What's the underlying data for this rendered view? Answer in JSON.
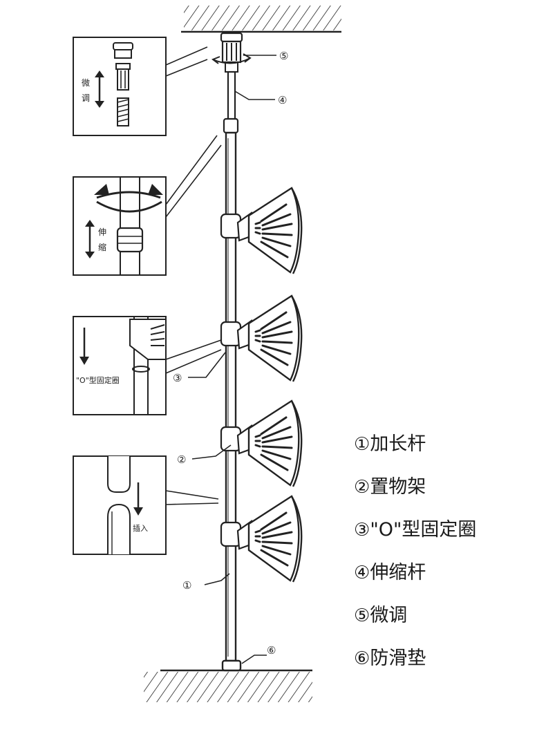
{
  "callouts": {
    "c1": "①",
    "c2": "②",
    "c3": "③",
    "c4": "④",
    "c5": "⑤",
    "c6": "⑥"
  },
  "insets": {
    "fine_tune": [
      "微",
      "调"
    ],
    "telescopic": [
      "伸",
      "缩"
    ],
    "o_ring": "\"O\"型固定圈",
    "insert": "插入"
  },
  "legend": [
    {
      "num": "①",
      "label": "加长杆"
    },
    {
      "num": "②",
      "label": "置物架"
    },
    {
      "num": "③",
      "label": "\"O\"型固定圈"
    },
    {
      "num": "④",
      "label": "伸缩杆"
    },
    {
      "num": "⑤",
      "label": "微调"
    },
    {
      "num": "⑥",
      "label": "防滑垫"
    }
  ],
  "colors": {
    "line": "#222222",
    "background": "#ffffff"
  }
}
